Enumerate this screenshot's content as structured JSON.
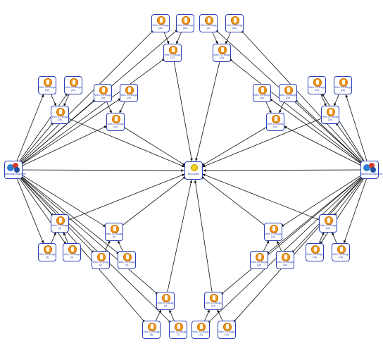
{
  "center": {
    "label": "MoneyBot"
  },
  "hubs": [
    {
      "id": "hub-left",
      "label": "Backlinks Machine"
    },
    {
      "id": "hub-right",
      "label": "Backlinks Machine"
    }
  ],
  "nodes": [
    {
      "id": "n-top-1",
      "line1": "Web 2.0 Blogs",
      "line2": "(3#)"
    },
    {
      "id": "n-top-2",
      "line1": "Web 2.0 Blogs",
      "line2": "(3#)"
    },
    {
      "id": "n-top-3",
      "line1": "Web 2.0 Blogs",
      "line2": "(#)"
    },
    {
      "id": "n-top-4",
      "line1": "Web 2.0 Blogs",
      "line2": "(3#)"
    },
    {
      "id": "n-top-5",
      "line1": "Web 2.0 Blogs",
      "line2": "(27)"
    },
    {
      "id": "n-top-6",
      "line1": "Web 2.0 Blogs",
      "line2": "(28)"
    },
    {
      "id": "n-ul-1",
      "line1": "Web 2.0 Blogs",
      "line2": "(2#)"
    },
    {
      "id": "n-ul-2",
      "line1": "Web 2.0 Blogs",
      "line2": "(2#)"
    },
    {
      "id": "n-ul-3",
      "line1": "Web 2.0 Blogs",
      "line2": "(2#)"
    },
    {
      "id": "n-ul-4",
      "line1": "Web 2.0 Blogs",
      "line2": "(2#)"
    },
    {
      "id": "n-ul-5",
      "line1": "Web 2.0 Blogs",
      "line2": "(2#)"
    },
    {
      "id": "n-ul-6",
      "line1": "Web 2.0 Blogs",
      "line2": "(2#)"
    },
    {
      "id": "n-ur-1",
      "line1": "Web 2.0 Blogs",
      "line2": "(2#)"
    },
    {
      "id": "n-ur-2",
      "line1": "Web 2.0 Blogs",
      "line2": "(2#)"
    },
    {
      "id": "n-ur-3",
      "line1": "Web 2.0 Blogs",
      "line2": "(2#)"
    },
    {
      "id": "n-ur-4",
      "line1": "Web 2.0 Blogs",
      "line2": "(2#)"
    },
    {
      "id": "n-ur-5",
      "line1": "Web 2.0 Blogs",
      "line2": "(2#)"
    },
    {
      "id": "n-ur-6",
      "line1": "Web 2.0 Blogs",
      "line2": "(2#)"
    },
    {
      "id": "n-ll-1",
      "line1": "Web 2.0 Blogs",
      "line2": "(3)"
    },
    {
      "id": "n-ll-2",
      "line1": "Web 2.0 Blogs",
      "line2": "(3)"
    },
    {
      "id": "n-ll-3",
      "line1": "Web 2.0 Blogs",
      "line2": "(3)"
    },
    {
      "id": "n-ll-4",
      "line1": "Web 2.0 Blogs",
      "line2": "(4)"
    },
    {
      "id": "n-ll-5",
      "line1": "Web 2.0 Blogs",
      "line2": "(#)"
    },
    {
      "id": "n-ll-6",
      "line1": "Web 2.0 Blogs",
      "line2": "(#)"
    },
    {
      "id": "n-lr-1",
      "line1": "Web 2.0 Blogs",
      "line2": "(1#)"
    },
    {
      "id": "n-lr-2",
      "line1": "Web 2.0 Blogs",
      "line2": "(1#)"
    },
    {
      "id": "n-lr-3",
      "line1": "Web 2.0 Blogs",
      "line2": "(1#)"
    },
    {
      "id": "n-lr-4",
      "line1": "Web 2.0 Blogs",
      "line2": "(1#)"
    },
    {
      "id": "n-lr-5",
      "line1": "Web 2.0 Blogs",
      "line2": "(1#)"
    },
    {
      "id": "n-lr-6",
      "line1": "Web 2.0 Blogs",
      "line2": "(1#)"
    },
    {
      "id": "n-bot-1",
      "line1": "Web 2.0 Blogs",
      "line2": "(8)"
    },
    {
      "id": "n-bot-2",
      "line1": "Web 2.0 Blogs",
      "line2": "(7)"
    },
    {
      "id": "n-bot-3",
      "line1": "Web 2.0 Blogs",
      "line2": "(11)"
    },
    {
      "id": "n-bot-4",
      "line1": "Web 2.0 Blogs",
      "line2": "(1#)"
    },
    {
      "id": "n-bot-5",
      "line1": "Web 2.0 Blogs",
      "line2": "(#)"
    },
    {
      "id": "n-bot-6",
      "line1": "Web 2.0 Blogs",
      "line2": "(1#)"
    }
  ],
  "colors": {
    "border": "#2a3fb8",
    "edge": "#111111",
    "badge": "#f29a1f",
    "coin": "#f3d21a"
  }
}
